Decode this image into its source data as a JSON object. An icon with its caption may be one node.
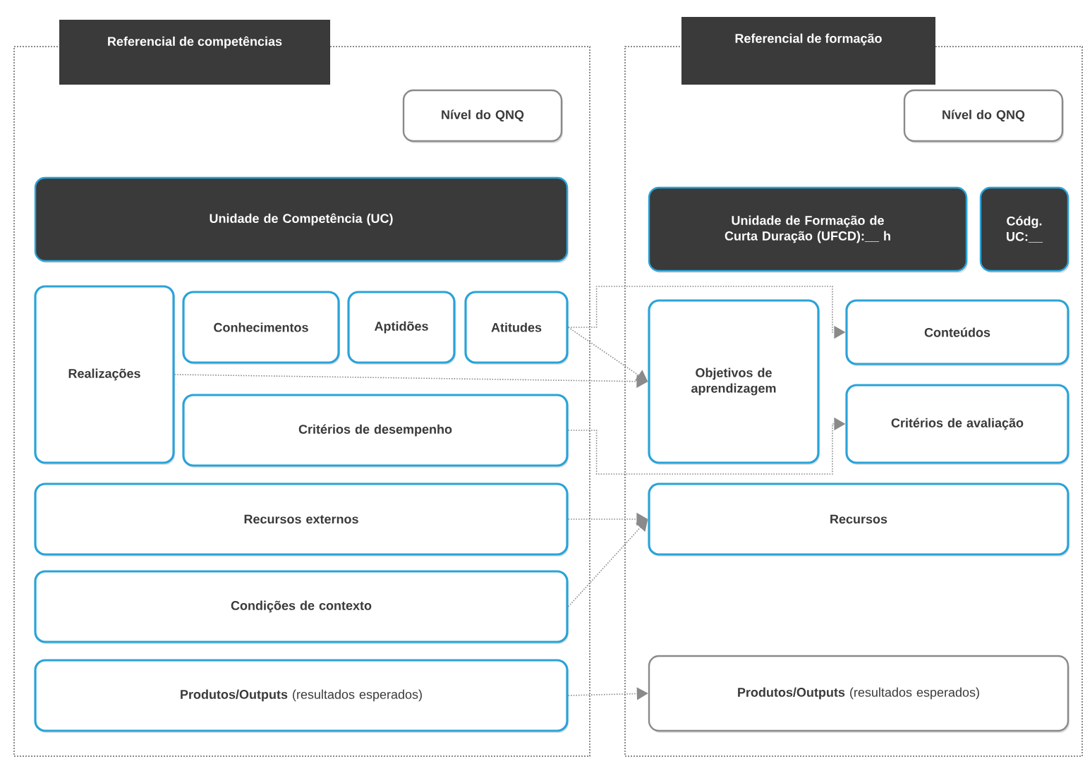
{
  "diagram": {
    "nodes": [
      {
        "text": [
          "Referencial de competências"
        ]
      },
      {
        "text": [
          "Nível do QNQ"
        ],
        "in": 0
      },
      {
        "text": [
          "Unidade de Competência (UC)"
        ],
        "in": 0
      },
      {
        "text": [
          "Realizações"
        ],
        "in": 0
      },
      {
        "text": [
          "Conhecimentos"
        ],
        "in": 0
      },
      {
        "text": [
          "Aptidões"
        ],
        "in": 0
      },
      {
        "text": [
          "Atitudes"
        ],
        "in": 0
      },
      {
        "text": [
          "Critérios de desempenho"
        ],
        "in": 0
      },
      {
        "text": [
          "Recursos externos"
        ],
        "in": 0
      },
      {
        "text": [
          "Condições de contexto"
        ],
        "in": 0
      },
      {
        "text": [
          "**Produtos/Outputs** (resultados esperados)"
        ],
        "in": 0
      },
      {
        "text": [
          "Referencial de formação"
        ]
      },
      {
        "text": [
          "Nível do QNQ"
        ],
        "in": 11
      },
      {
        "text": [
          "Unidade de Formação de Curta Duração (UFCD):__ h"
        ],
        "in": 11
      },
      {
        "text": [
          "Códg. UC:__"
        ],
        "in": 11
      },
      {
        "text": [
          "Objetivos de aprendizagem"
        ],
        "in": 11
      },
      {
        "text": [
          "Conteúdos"
        ],
        "in": 11
      },
      {
        "text": [
          "Critérios de avaliação"
        ],
        "in": 11
      },
      {
        "text": [
          "Recursos"
        ],
        "in": 11
      },
      {
        "text": [
          "**Produtos/Outputs** (resultados esperados)"
        ],
        "in": 11
      }
    ],
    "edges": [
      {
        "from": 6,
        "to": 16,
        "arrow": "to"
      },
      {
        "from": 6,
        "to": 15,
        "arrow": "to"
      },
      {
        "from": 3,
        "to": 15,
        "arrow": "to"
      },
      {
        "from": 7,
        "to": 17,
        "arrow": "to"
      },
      {
        "from": 8,
        "to": 18,
        "arrow": "to"
      },
      {
        "from": 9,
        "to": 18,
        "arrow": "to"
      },
      {
        "from": 10,
        "to": 19,
        "arrow": "to"
      }
    ]
  }
}
